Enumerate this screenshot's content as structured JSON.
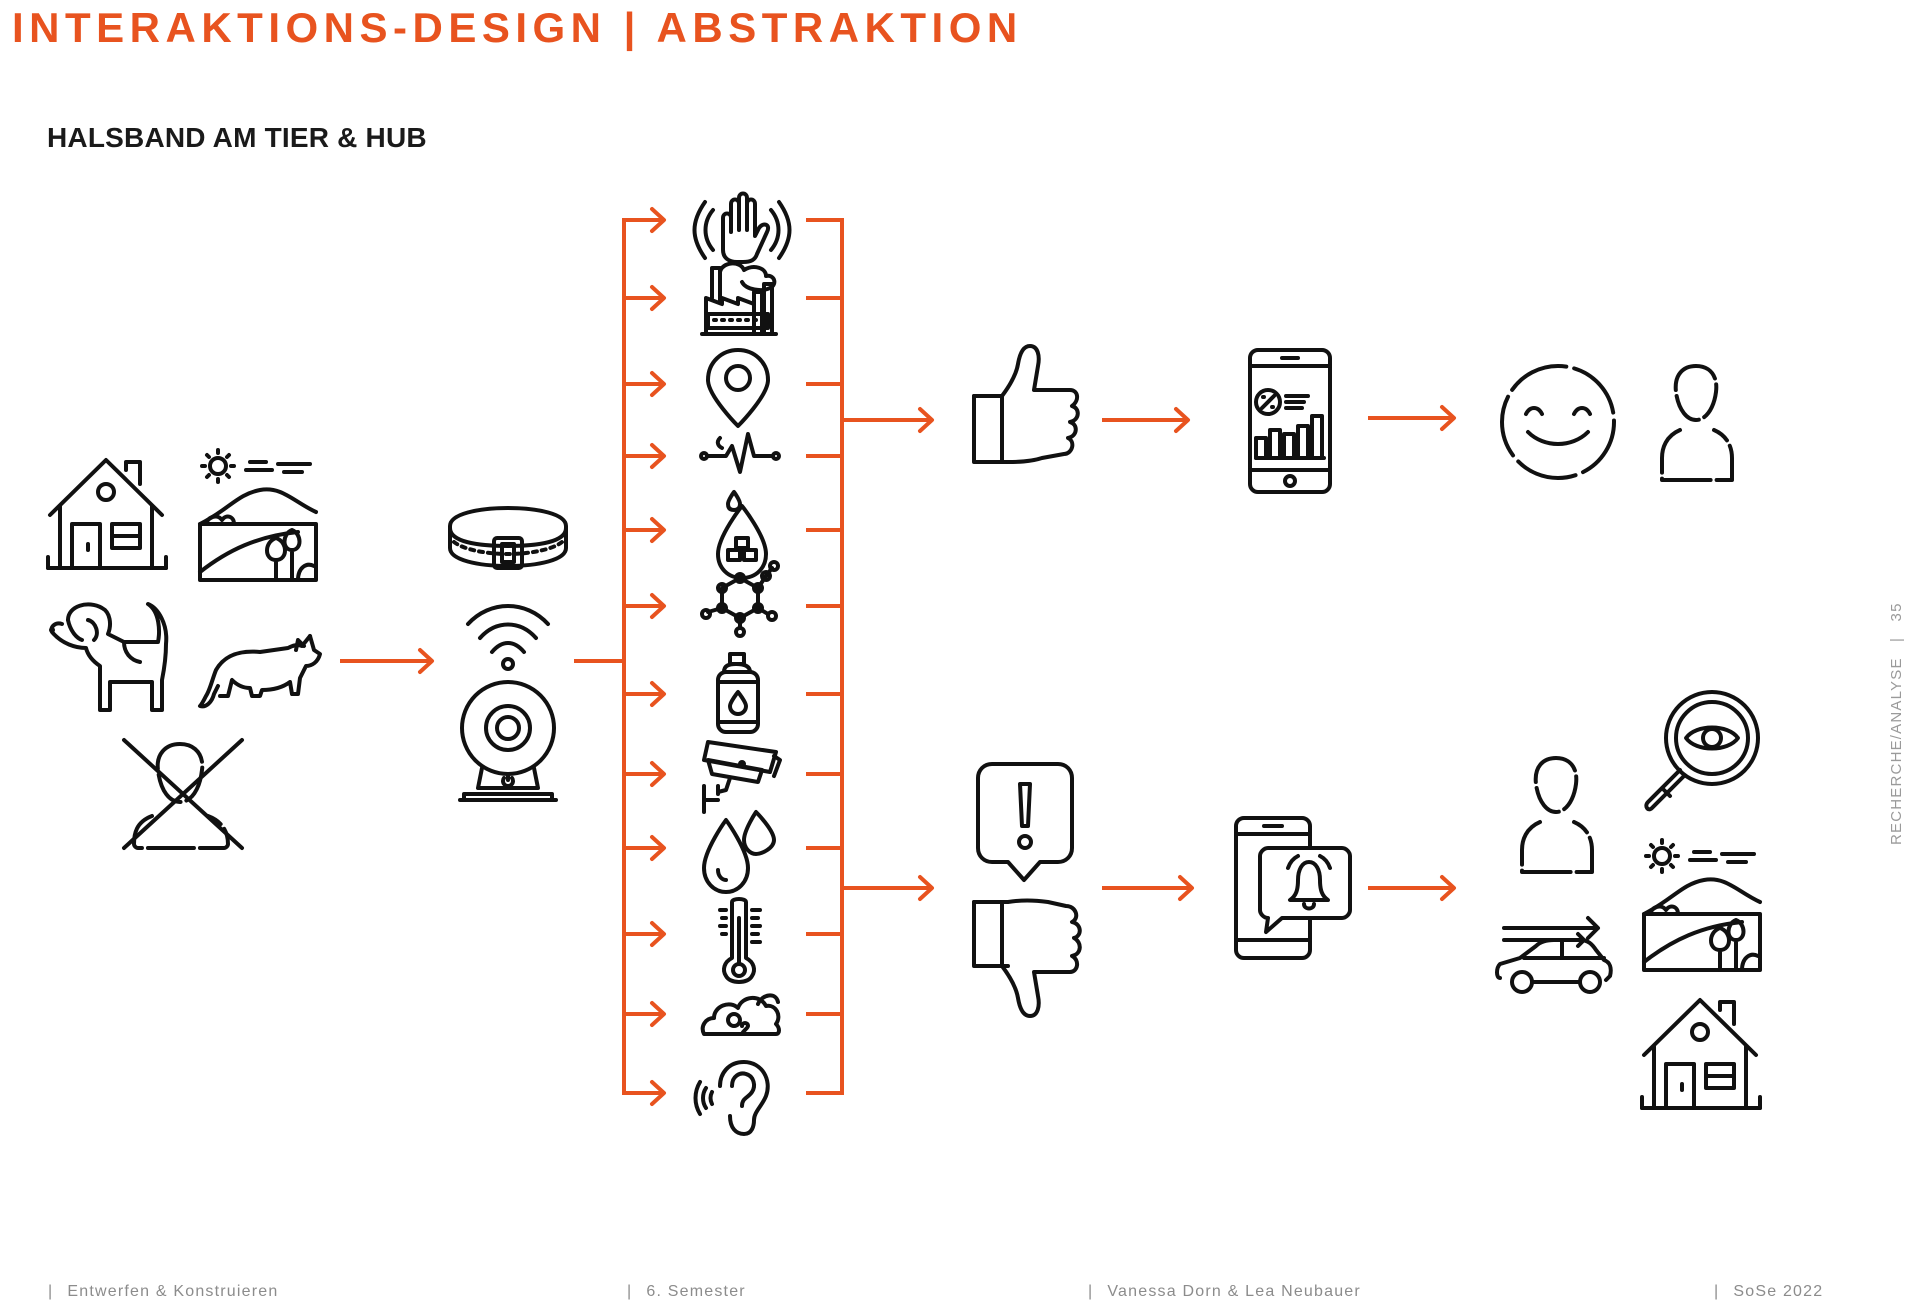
{
  "header": {
    "title": "INTERAKTIONS-DESIGN | ABSTRAKTION",
    "subtitle": "HALSBAND AM TIER & HUB"
  },
  "side_label": {
    "section": "RECHERCHE/ANALYSE",
    "separator": "|",
    "page_number": "35"
  },
  "footer": {
    "separator": "|",
    "course": "Entwerfen & Konstruieren",
    "semester": "6. Semester",
    "authors": "Vanessa Dorn & Lea Neubauer",
    "term": "SoSe 2022"
  },
  "colors": {
    "accent": "#e8531f",
    "icon": "#111111",
    "muted_text": "#9a9a9a"
  },
  "icons": {
    "context": [
      "house-icon",
      "landscape-icon",
      "dog-icon",
      "cat-icon",
      "crossed-person-icon"
    ],
    "device": [
      "collar-icon",
      "wifi-icon",
      "camera-hub-icon"
    ],
    "sensors": [
      "hand-touch-icon",
      "factory-icon",
      "location-pin-icon",
      "heartbeat-icon",
      "water-quality-icon",
      "molecule-icon",
      "gas-cylinder-icon",
      "security-camera-icon",
      "water-drops-icon",
      "thermometer-icon",
      "oxygen-cloud-icon",
      "ear-sound-icon"
    ],
    "positive_path": [
      "thumbs-up-icon",
      "smartphone-stats-icon",
      "smiley-icon",
      "person-icon"
    ],
    "negative_path": [
      "alert-bubble-icon",
      "thumbs-down-icon",
      "smartphone-notification-icon",
      "person-icon",
      "search-eye-icon",
      "car-icon",
      "landscape-icon",
      "house-icon"
    ]
  }
}
